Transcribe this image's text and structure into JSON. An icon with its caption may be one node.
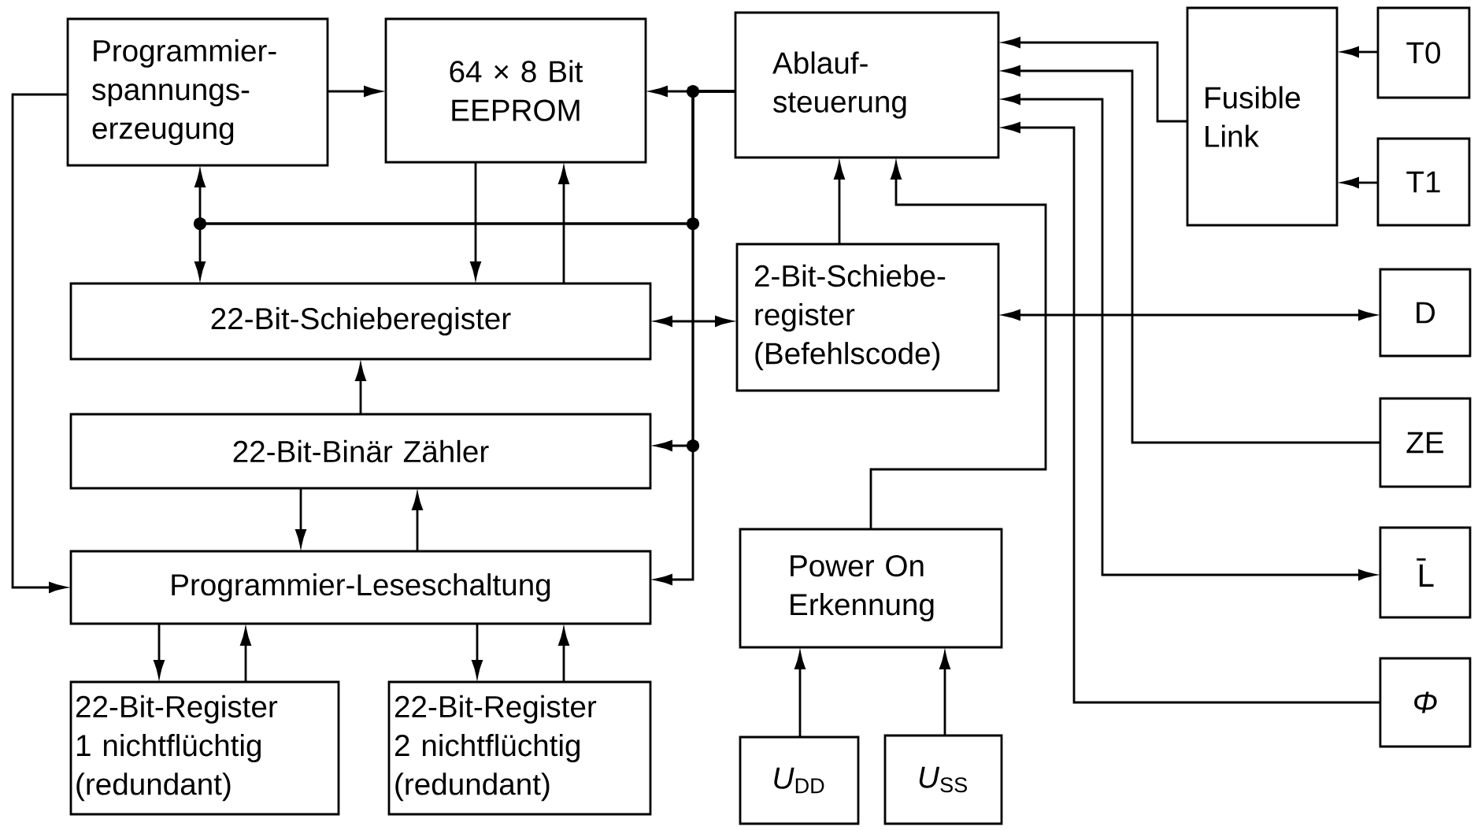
{
  "diagram": {
    "nodes": [
      {
        "text": [
          "Programmier- spannungs- erzeugung"
        ]
      },
      {
        "text": [
          "64 × 8 Bit EEPROM"
        ]
      },
      {
        "text": [
          "Ablauf- steuerung"
        ]
      },
      {
        "text": [
          "Fusible Link"
        ]
      },
      {
        "text": [
          "T0"
        ]
      },
      {
        "text": [
          "T1"
        ]
      },
      {
        "text": [
          "22-Bit-Schieberegister"
        ]
      },
      {
        "text": [
          "2-Bit-Schiebe- register (Befehlscode)"
        ]
      },
      {
        "text": [
          "D"
        ]
      },
      {
        "text": [
          "22-Bit-Binär Zähler"
        ]
      },
      {
        "text": [
          "ZE"
        ]
      },
      {
        "text": [
          "Programmier-Leseschaltung"
        ]
      },
      {
        "text": [
          "Power On Erkennung"
        ]
      },
      {
        "text": [
          "L̄"
        ]
      },
      {
        "text": [
          "22-Bit-Register 1 nichtflüchtig (redundant)"
        ]
      },
      {
        "text": [
          "22-Bit-Register 2 nichtflüchtig (redundant)"
        ]
      },
      {
        "text": [
          "Φ"
        ]
      },
      {
        "text": [
          "*U*$_{DD}$"
        ]
      },
      {
        "text": [
          "*U*$_{SS}$"
        ]
      }
    ],
    "edges": [
      {
        "from": 0,
        "to": 1,
        "arrow": "to"
      },
      {
        "from": 2,
        "to": 1,
        "arrow": "to"
      },
      {
        "from": 2,
        "to": 0,
        "arrow": "to"
      },
      {
        "from": 2,
        "to": 6,
        "arrow": "to"
      },
      {
        "from": 2,
        "to": 9,
        "arrow": "to"
      },
      {
        "from": 2,
        "to": 11,
        "arrow": "to"
      },
      {
        "from": 1,
        "to": 6,
        "arrow": "to"
      },
      {
        "from": 6,
        "to": 1,
        "arrow": "to"
      },
      {
        "from": 6,
        "to": 7,
        "arrow": "both"
      },
      {
        "from": 9,
        "to": 6,
        "arrow": "to"
      },
      {
        "from": 9,
        "to": 11,
        "arrow": "to"
      },
      {
        "from": 11,
        "to": 9,
        "arrow": "to"
      },
      {
        "from": 0,
        "to": 11,
        "arrow": "to"
      },
      {
        "from": 11,
        "to": 14,
        "arrow": "to"
      },
      {
        "from": 14,
        "to": 11,
        "arrow": "to"
      },
      {
        "from": 11,
        "to": 15,
        "arrow": "to"
      },
      {
        "from": 15,
        "to": 11,
        "arrow": "to"
      },
      {
        "from": 7,
        "to": 2,
        "arrow": "to"
      },
      {
        "from": 3,
        "to": 2,
        "arrow": "to"
      },
      {
        "from": 4,
        "to": 3,
        "arrow": "to"
      },
      {
        "from": 5,
        "to": 3,
        "arrow": "to"
      },
      {
        "from": 7,
        "to": 8,
        "arrow": "both"
      },
      {
        "from": 10,
        "to": 2,
        "arrow": "to"
      },
      {
        "from": 2,
        "to": 13,
        "arrow": "both"
      },
      {
        "from": 16,
        "to": 2,
        "arrow": "to"
      },
      {
        "from": 12,
        "to": 2,
        "arrow": "to"
      },
      {
        "from": 17,
        "to": 12,
        "arrow": "to"
      },
      {
        "from": 18,
        "to": 12,
        "arrow": "to"
      }
    ]
  }
}
